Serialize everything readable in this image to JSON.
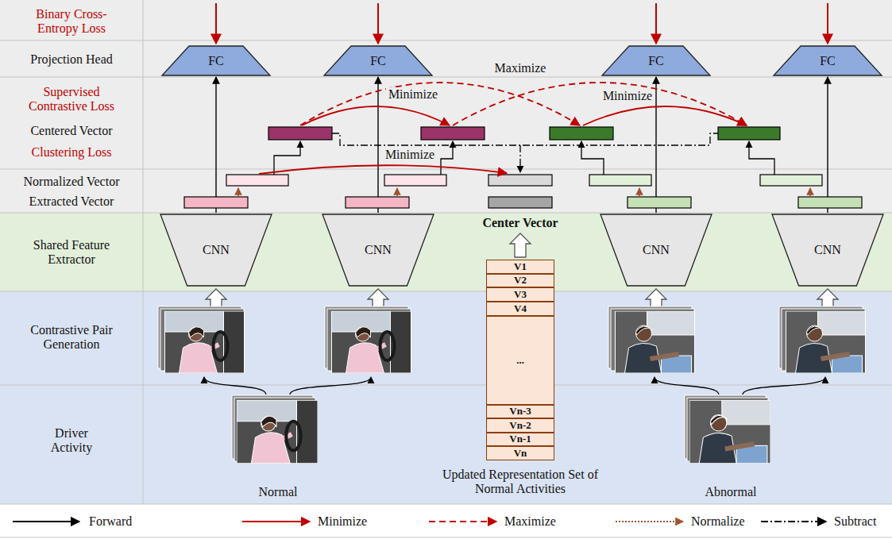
{
  "diagram": {
    "nodes": [
      {
        "text": [
          "FC"
        ]
      },
      {
        "text": [
          "FC"
        ]
      },
      {
        "text": [
          "FC"
        ]
      },
      {
        "text": [
          "FC"
        ]
      },
      {
        "text": [
          "CNN"
        ]
      },
      {
        "text": [
          "CNN"
        ]
      },
      {
        "text": [
          "CNN"
        ]
      },
      {
        "text": [
          "CNN"
        ]
      },
      {
        "text": [
          "V1"
        ]
      },
      {
        "text": [
          "V2"
        ]
      },
      {
        "text": [
          "V3"
        ]
      },
      {
        "text": [
          "V4"
        ]
      },
      {
        "text": [
          "..."
        ]
      },
      {
        "text": [
          "Vn-3"
        ]
      },
      {
        "text": [
          "Vn-2"
        ]
      },
      {
        "text": [
          "Vn-1"
        ]
      },
      {
        "text": [
          "Vn"
        ]
      }
    ],
    "edges": [
      {
        "from": 4,
        "to": 0,
        "arrow": "to"
      },
      {
        "from": 5,
        "to": 1,
        "arrow": "to"
      },
      {
        "from": 6,
        "to": 2,
        "arrow": "to"
      },
      {
        "from": 7,
        "to": 3,
        "arrow": "to"
      }
    ],
    "labels": [
      "Binary Cross-Entropy Loss",
      "Projection Head",
      "Supervised Contrastive Loss",
      "Centered Vector",
      "Clustering Loss",
      "Normalized Vector",
      "Extracted Vector",
      "Shared Feature Extractor",
      "Contrastive Pair Generation",
      "Driver Activity",
      "Maximize",
      "Minimize",
      "Minimize",
      "Minimize",
      "Center Vector",
      "Updated Representation Set of Normal Activities",
      "Normal",
      "Abnormal"
    ],
    "legend": [
      {
        "text": "Forward"
      },
      {
        "text": "Minimize"
      },
      {
        "text": "Maximize"
      },
      {
        "text": "Normalize"
      },
      {
        "text": "Subtract"
      }
    ]
  }
}
